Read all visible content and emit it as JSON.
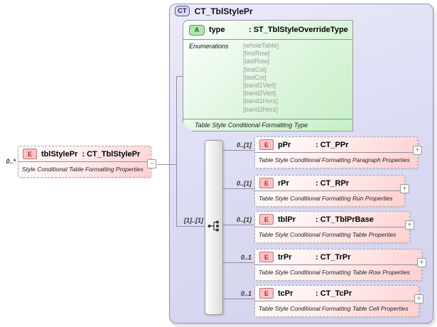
{
  "colors": {
    "container_fill": "#dadaf3",
    "attribute_fill": "#c6efc6",
    "element_fill": "#ffcfcf",
    "badge_e": "#ffc2c2",
    "badge_a": "#aee8ae",
    "badge_ct": "#d8d8f2"
  },
  "root_element": {
    "multiplicity": "0..*",
    "badge": "E",
    "name": "tblStylePr",
    "type_suffix": ": CT_TblStylePr",
    "annotation": "Style Conditional Table Formatting Properties",
    "collapse_glyph": "−"
  },
  "complex_type": {
    "badge": "CT",
    "title": "CT_TblStylePr",
    "attribute": {
      "badge": "A",
      "name": "type",
      "type_suffix": ": ST_TblStyleOverrideType",
      "facet_label": "Enumerations",
      "enumerations": [
        "[wholeTable]",
        "[firstRow]",
        "[lastRow]",
        "[firstCol]",
        "[lastCol]",
        "[band1Vert]",
        "[band2Vert]",
        "[band1Horz]",
        "[band2Horz]",
        "..."
      ],
      "annotation": "Table Style Conditional Formatting Type"
    },
    "compositor": {
      "kind": "sequence",
      "multiplicity": "[1]..[1]"
    },
    "children": [
      {
        "multiplicity": "0..[1]",
        "badge": "E",
        "name": "pPr",
        "type_suffix": ": CT_PPr",
        "annotation": "Table Style Conditional Formatting Paragraph Properties",
        "expand_glyph": "+"
      },
      {
        "multiplicity": "0..[1]",
        "badge": "E",
        "name": "rPr",
        "type_suffix": ": CT_RPr",
        "annotation": "Table Style Conditional Formatting Run Properties",
        "expand_glyph": "+"
      },
      {
        "multiplicity": "0..[1]",
        "badge": "E",
        "name": "tblPr",
        "type_suffix": ": CT_TblPrBase",
        "annotation": "Table Style Conditional Formatting Table Properties",
        "expand_glyph": "+"
      },
      {
        "multiplicity": "0..1",
        "badge": "E",
        "name": "trPr",
        "type_suffix": ": CT_TrPr",
        "annotation": "Table Style Conditional Formatting Table Row Properties",
        "expand_glyph": "+"
      },
      {
        "multiplicity": "0..1",
        "badge": "E",
        "name": "tcPr",
        "type_suffix": ": CT_TcPr",
        "annotation": "Table Style Conditional Formatting Table Cell Properties",
        "expand_glyph": "+"
      }
    ]
  }
}
